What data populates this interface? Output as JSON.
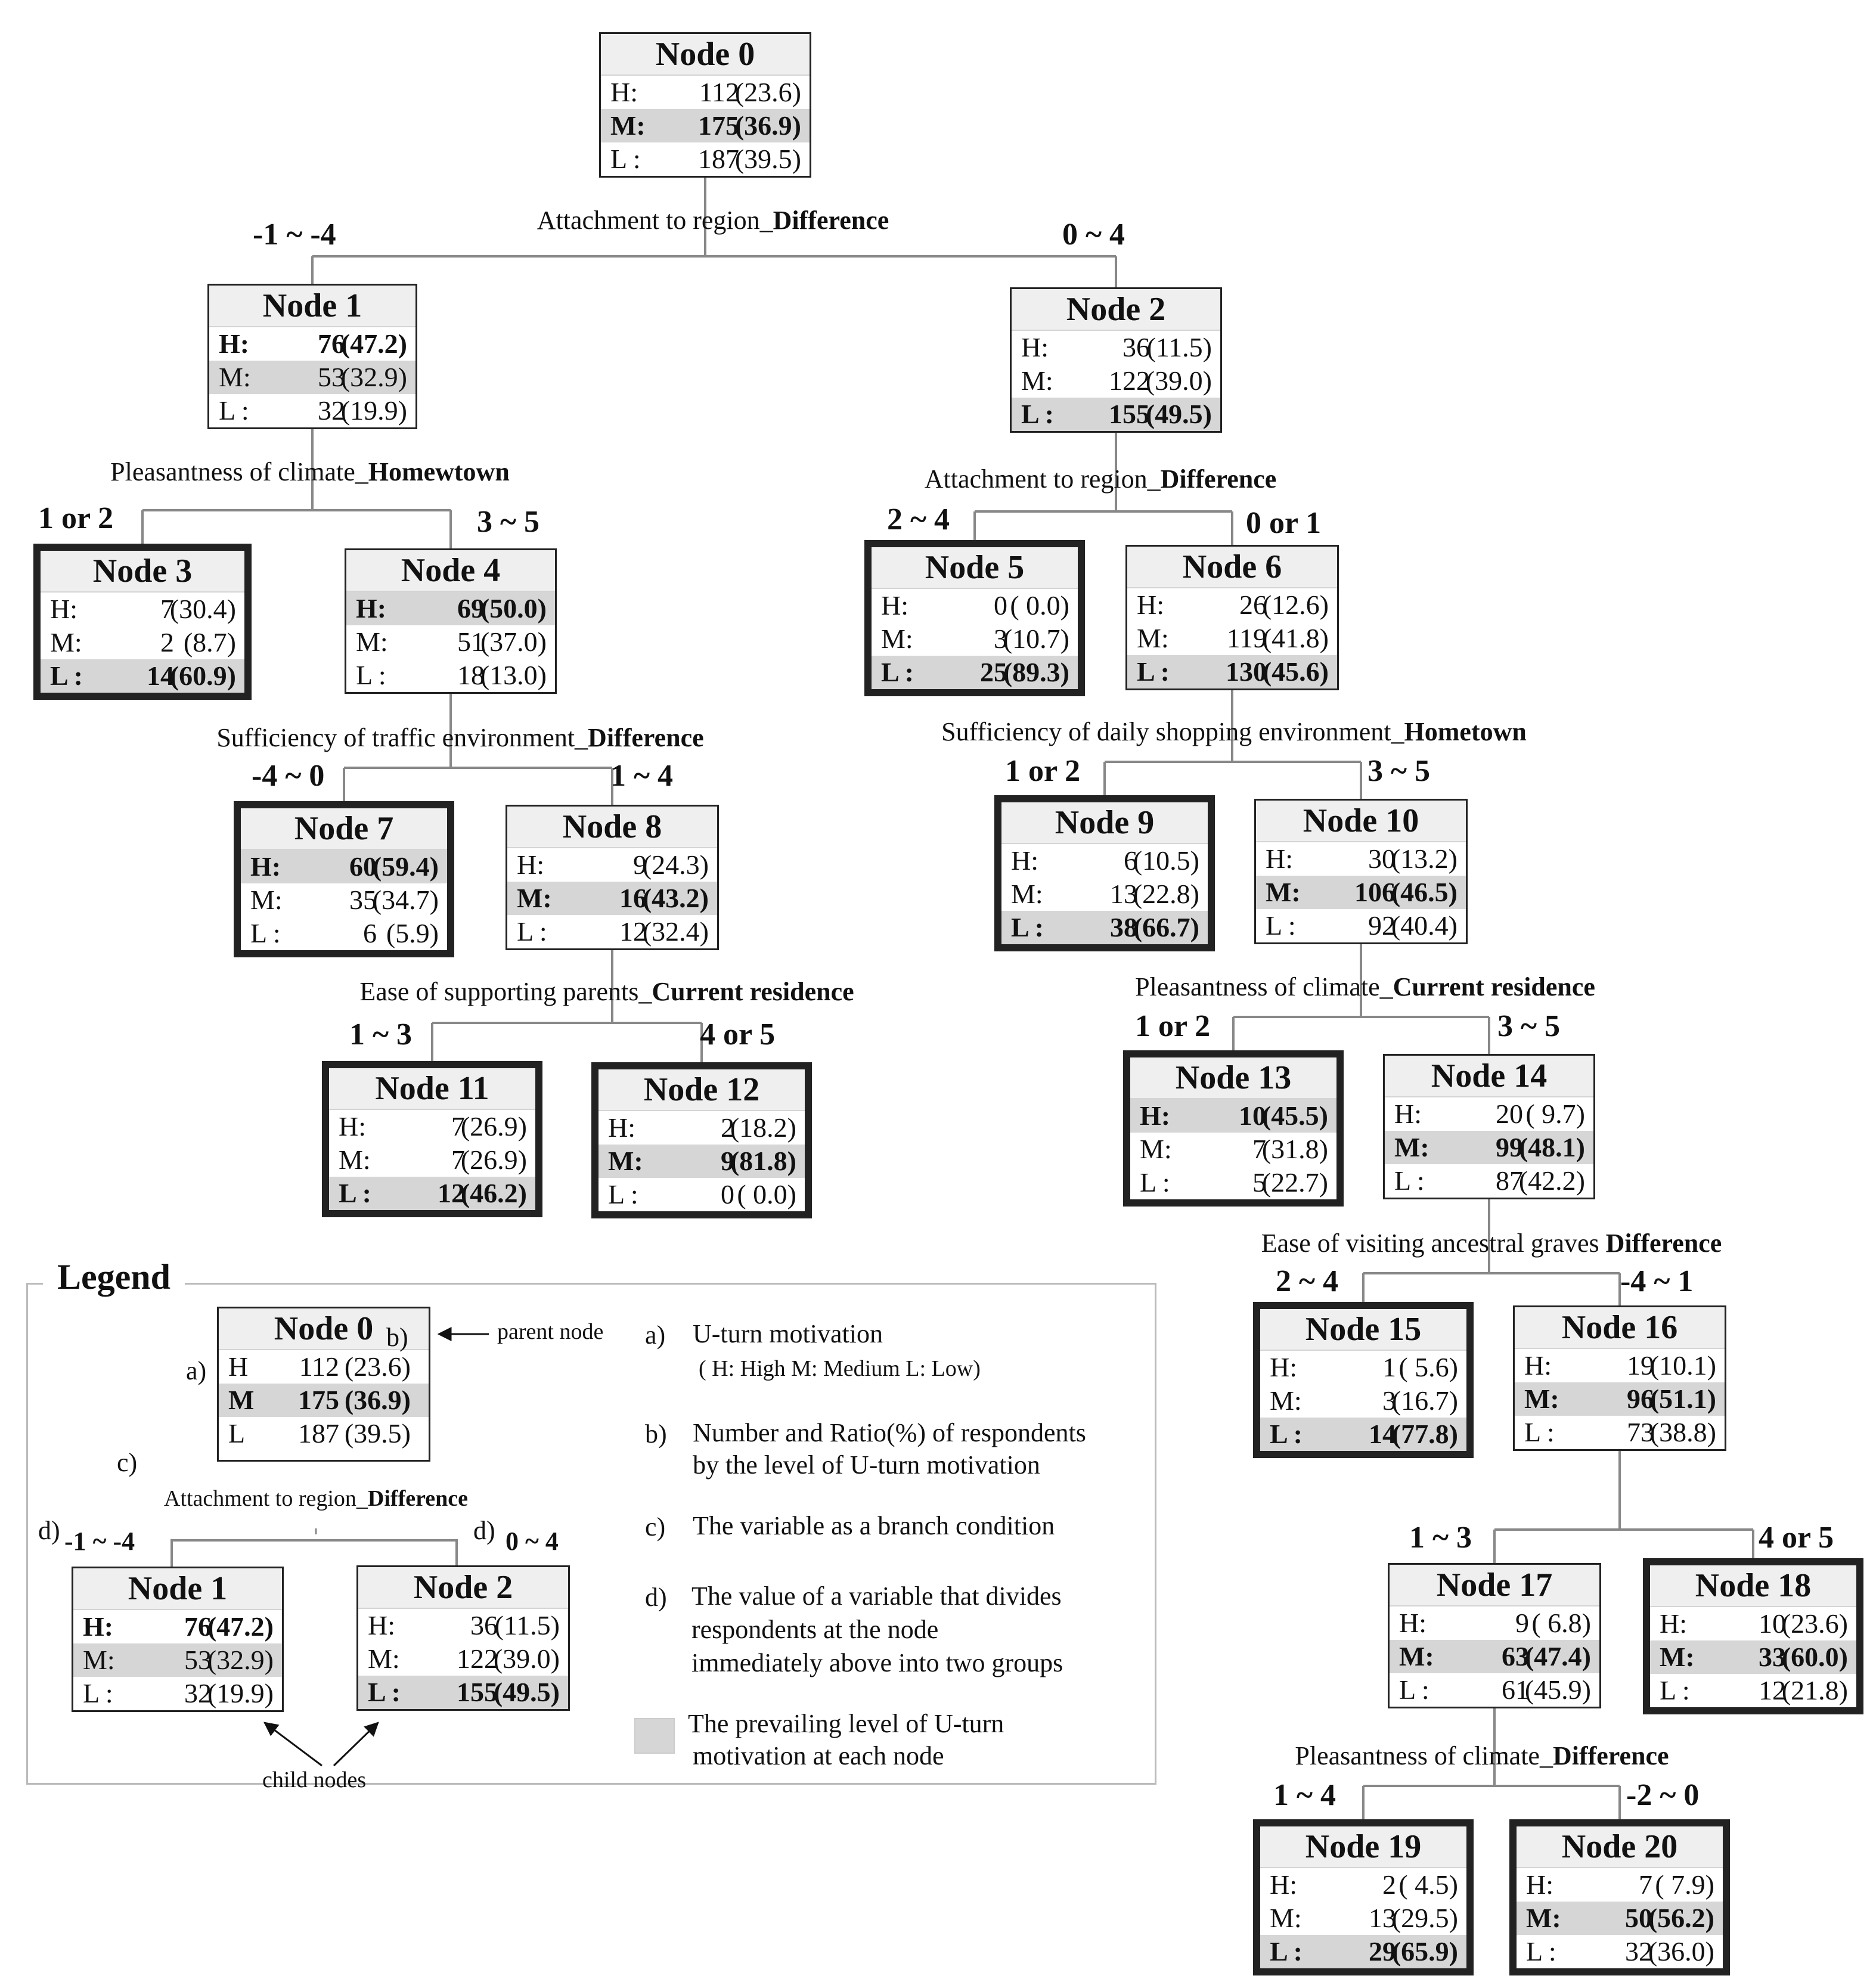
{
  "nodes": [
    {
      "id": "0",
      "title": "Node 0",
      "rows": [
        {
          "lab": "H:",
          "num": "112",
          "pct": "(23.6)",
          "hl": false,
          "bold": false
        },
        {
          "lab": "M:",
          "num": "175",
          "pct": "(36.9)",
          "hl": true,
          "bold": true
        },
        {
          "lab": "L :",
          "num": "187",
          "pct": "(39.5)",
          "hl": false,
          "bold": false
        }
      ]
    },
    {
      "id": "1",
      "title": "Node 1",
      "rows": [
        {
          "lab": "H:",
          "num": "76",
          "pct": "(47.2)",
          "hl": false,
          "bold": true
        },
        {
          "lab": "M:",
          "num": "53",
          "pct": "(32.9)",
          "hl": true,
          "bold": false
        },
        {
          "lab": "L :",
          "num": "32",
          "pct": "(19.9)",
          "hl": false,
          "bold": false
        }
      ]
    },
    {
      "id": "2",
      "title": "Node 2",
      "rows": [
        {
          "lab": "H:",
          "num": "36",
          "pct": "(11.5)",
          "hl": false,
          "bold": false
        },
        {
          "lab": "M:",
          "num": "122",
          "pct": "(39.0)",
          "hl": false,
          "bold": false
        },
        {
          "lab": "L :",
          "num": "155",
          "pct": "(49.5)",
          "hl": true,
          "bold": true
        }
      ]
    },
    {
      "id": "3",
      "title": "Node 3",
      "rows": [
        {
          "lab": "H:",
          "num": "7",
          "pct": "(30.4)",
          "hl": false,
          "bold": false
        },
        {
          "lab": "M:",
          "num": "2",
          "pct": "(8.7)",
          "hl": false,
          "bold": false
        },
        {
          "lab": "L :",
          "num": "14",
          "pct": "(60.9)",
          "hl": true,
          "bold": true
        }
      ]
    },
    {
      "id": "4",
      "title": "Node 4",
      "rows": [
        {
          "lab": "H:",
          "num": "69",
          "pct": "(50.0)",
          "hl": true,
          "bold": true
        },
        {
          "lab": "M:",
          "num": "51",
          "pct": "(37.0)",
          "hl": false,
          "bold": false
        },
        {
          "lab": "L :",
          "num": "18",
          "pct": "(13.0)",
          "hl": false,
          "bold": false
        }
      ]
    },
    {
      "id": "5",
      "title": "Node 5",
      "rows": [
        {
          "lab": "H:",
          "num": "0",
          "pct": "( 0.0)",
          "hl": false,
          "bold": false
        },
        {
          "lab": "M:",
          "num": "3",
          "pct": "(10.7)",
          "hl": false,
          "bold": false
        },
        {
          "lab": "L :",
          "num": "25",
          "pct": "(89.3)",
          "hl": true,
          "bold": true
        }
      ]
    },
    {
      "id": "6",
      "title": "Node 6",
      "rows": [
        {
          "lab": "H:",
          "num": "26",
          "pct": "(12.6)",
          "hl": false,
          "bold": false
        },
        {
          "lab": "M:",
          "num": "119",
          "pct": "(41.8)",
          "hl": false,
          "bold": false
        },
        {
          "lab": "L :",
          "num": "130",
          "pct": "(45.6)",
          "hl": true,
          "bold": true
        }
      ]
    },
    {
      "id": "7",
      "title": "Node 7",
      "rows": [
        {
          "lab": "H:",
          "num": "60",
          "pct": "(59.4)",
          "hl": true,
          "bold": true
        },
        {
          "lab": "M:",
          "num": "35",
          "pct": "(34.7)",
          "hl": false,
          "bold": false
        },
        {
          "lab": "L :",
          "num": "6",
          "pct": "(5.9)",
          "hl": false,
          "bold": false
        }
      ]
    },
    {
      "id": "8",
      "title": "Node 8",
      "rows": [
        {
          "lab": "H:",
          "num": "9",
          "pct": "(24.3)",
          "hl": false,
          "bold": false
        },
        {
          "lab": "M:",
          "num": "16",
          "pct": "(43.2)",
          "hl": true,
          "bold": true
        },
        {
          "lab": "L :",
          "num": "12",
          "pct": "(32.4)",
          "hl": false,
          "bold": false
        }
      ]
    },
    {
      "id": "9",
      "title": "Node 9",
      "rows": [
        {
          "lab": "H:",
          "num": "6",
          "pct": "(10.5)",
          "hl": false,
          "bold": false
        },
        {
          "lab": "M:",
          "num": "13",
          "pct": "(22.8)",
          "hl": false,
          "bold": false
        },
        {
          "lab": "L :",
          "num": "38",
          "pct": "(66.7)",
          "hl": true,
          "bold": true
        }
      ]
    },
    {
      "id": "10",
      "title": "Node 10",
      "rows": [
        {
          "lab": "H:",
          "num": "30",
          "pct": "(13.2)",
          "hl": false,
          "bold": false
        },
        {
          "lab": "M:",
          "num": "106",
          "pct": "(46.5)",
          "hl": true,
          "bold": true
        },
        {
          "lab": "L :",
          "num": "92",
          "pct": "(40.4)",
          "hl": false,
          "bold": false
        }
      ]
    },
    {
      "id": "11",
      "title": "Node 11",
      "rows": [
        {
          "lab": "H:",
          "num": "7",
          "pct": "(26.9)",
          "hl": false,
          "bold": false
        },
        {
          "lab": "M:",
          "num": "7",
          "pct": "(26.9)",
          "hl": false,
          "bold": false
        },
        {
          "lab": "L :",
          "num": "12",
          "pct": "(46.2)",
          "hl": true,
          "bold": true
        }
      ]
    },
    {
      "id": "12",
      "title": "Node 12",
      "rows": [
        {
          "lab": "H:",
          "num": "2",
          "pct": "(18.2)",
          "hl": false,
          "bold": false
        },
        {
          "lab": "M:",
          "num": "9",
          "pct": "(81.8)",
          "hl": true,
          "bold": true
        },
        {
          "lab": "L :",
          "num": "0",
          "pct": "( 0.0)",
          "hl": false,
          "bold": false
        }
      ]
    },
    {
      "id": "13",
      "title": "Node 13",
      "rows": [
        {
          "lab": "H:",
          "num": "10",
          "pct": "(45.5)",
          "hl": true,
          "bold": true
        },
        {
          "lab": "M:",
          "num": "7",
          "pct": "(31.8)",
          "hl": false,
          "bold": false
        },
        {
          "lab": "L :",
          "num": "5",
          "pct": "(22.7)",
          "hl": false,
          "bold": false
        }
      ]
    },
    {
      "id": "14",
      "title": "Node 14",
      "rows": [
        {
          "lab": "H:",
          "num": "20",
          "pct": "( 9.7)",
          "hl": false,
          "bold": false
        },
        {
          "lab": "M:",
          "num": "99",
          "pct": "(48.1)",
          "hl": true,
          "bold": true
        },
        {
          "lab": "L :",
          "num": "87",
          "pct": "(42.2)",
          "hl": false,
          "bold": false
        }
      ]
    },
    {
      "id": "15",
      "title": "Node 15",
      "rows": [
        {
          "lab": "H:",
          "num": "1",
          "pct": "( 5.6)",
          "hl": false,
          "bold": false
        },
        {
          "lab": "M:",
          "num": "3",
          "pct": "(16.7)",
          "hl": false,
          "bold": false
        },
        {
          "lab": "L :",
          "num": "14",
          "pct": "(77.8)",
          "hl": true,
          "bold": true
        }
      ]
    },
    {
      "id": "16",
      "title": "Node 16",
      "rows": [
        {
          "lab": "H:",
          "num": "19",
          "pct": "(10.1)",
          "hl": false,
          "bold": false
        },
        {
          "lab": "M:",
          "num": "96",
          "pct": "(51.1)",
          "hl": true,
          "bold": true
        },
        {
          "lab": "L :",
          "num": "73",
          "pct": "(38.8)",
          "hl": false,
          "bold": false
        }
      ]
    },
    {
      "id": "17",
      "title": "Node 17",
      "rows": [
        {
          "lab": "H:",
          "num": "9",
          "pct": "( 6.8)",
          "hl": false,
          "bold": false
        },
        {
          "lab": "M:",
          "num": "63",
          "pct": "(47.4)",
          "hl": true,
          "bold": true
        },
        {
          "lab": "L :",
          "num": "61",
          "pct": "(45.9)",
          "hl": false,
          "bold": false
        }
      ]
    },
    {
      "id": "18",
      "title": "Node 18",
      "rows": [
        {
          "lab": "H:",
          "num": "10",
          "pct": "(23.6)",
          "hl": false,
          "bold": false
        },
        {
          "lab": "M:",
          "num": "33",
          "pct": "(60.0)",
          "hl": true,
          "bold": true
        },
        {
          "lab": "L :",
          "num": "12",
          "pct": "(21.8)",
          "hl": false,
          "bold": false
        }
      ]
    },
    {
      "id": "19",
      "title": "Node 19",
      "rows": [
        {
          "lab": "H:",
          "num": "2",
          "pct": "( 4.5)",
          "hl": false,
          "bold": false
        },
        {
          "lab": "M:",
          "num": "13",
          "pct": "(29.5)",
          "hl": false,
          "bold": false
        },
        {
          "lab": "L :",
          "num": "29",
          "pct": "(65.9)",
          "hl": true,
          "bold": true
        }
      ]
    },
    {
      "id": "20",
      "title": "Node 20",
      "rows": [
        {
          "lab": "H:",
          "num": "7",
          "pct": "( 7.9)",
          "hl": false,
          "bold": false
        },
        {
          "lab": "M:",
          "num": "50",
          "pct": "(56.2)",
          "hl": true,
          "bold": true
        },
        {
          "lab": "L :",
          "num": "32",
          "pct": "(36.0)",
          "hl": false,
          "bold": false
        }
      ]
    }
  ],
  "conditions": {
    "c0": {
      "pre": "Attachment to region_",
      "bold": "Difference"
    },
    "c1": {
      "pre": "Pleasantness of climate_",
      "bold": "Homewtown"
    },
    "c2": {
      "pre": "Attachment to region_",
      "bold": "Difference"
    },
    "c4": {
      "pre": "Sufficiency of traffic environment_",
      "bold": "Difference"
    },
    "c6": {
      "pre": "Sufficiency  of  daily  shopping  environment_",
      "bold": "Hometown"
    },
    "c8": {
      "pre": "Ease of supporting parents_",
      "bold": "Current residence"
    },
    "c10": {
      "pre": "Pleasantness of climate_",
      "bold": "Current residence"
    },
    "c14": {
      "pre": "Ease of visiting ancestral graves  ",
      "bold": "Difference"
    },
    "c17": {
      "pre": "Pleasantness of climate_",
      "bold": "Difference"
    }
  },
  "branches": {
    "n1": "-1 ~ -4",
    "n2": "0 ~ 4",
    "n3": "1 or 2",
    "n4": "3 ~ 5",
    "n5": "2 ~ 4",
    "n6": "0 or 1",
    "n7": "-4 ~ 0",
    "n8": "1 ~ 4",
    "n9": "1 or 2",
    "n10": "3 ~ 5",
    "n11": "1 ~ 3",
    "n12": "4 or 5",
    "n13": "1 or 2",
    "n14": "3 ~ 5",
    "n15": "2 ~ 4",
    "n16": "-4 ~ 1",
    "n17": "1 ~ 3",
    "n18": "4 or 5",
    "n19": "1 ~ 4",
    "n20": "-2 ~ 0"
  },
  "legend": {
    "title": "Legend",
    "example_parent": {
      "title": "Node 0",
      "h_lab": "H",
      "m_lab": "M",
      "l_lab": "L",
      "h": "112",
      "hp": "(23.6)",
      "m": "175",
      "mp": "(36.9)",
      "l": "187",
      "lp": "(39.5)"
    },
    "parent_note": "parent node",
    "child_note": "child nodes",
    "condition": {
      "pre": "Attachment to region_",
      "bold": "Difference"
    },
    "branch_left": "-1 ~ -4",
    "branch_right": "0 ~ 4",
    "child1": {
      "title": "Node 1",
      "rows": [
        {
          "lab": "H:",
          "num": "76",
          "pct": "(47.2)",
          "hl": false,
          "bold": true
        },
        {
          "lab": "M:",
          "num": "53",
          "pct": "(32.9)",
          "hl": true,
          "bold": false
        },
        {
          "lab": "L :",
          "num": "32",
          "pct": "(19.9)",
          "hl": false,
          "bold": false
        }
      ]
    },
    "child2": {
      "title": "Node 2",
      "rows": [
        {
          "lab": "H:",
          "num": "36",
          "pct": "(11.5)",
          "hl": false,
          "bold": false
        },
        {
          "lab": "M:",
          "num": "122",
          "pct": "(39.0)",
          "hl": false,
          "bold": false
        },
        {
          "lab": "L :",
          "num": "155",
          "pct": "(49.5)",
          "hl": true,
          "bold": true
        }
      ]
    },
    "letters": {
      "a": "a)",
      "b": "b)",
      "c": "c)",
      "d": "d)"
    },
    "items": {
      "a1": "U-turn motivation",
      "a2": "( H: High  M: Medium  L: Low)",
      "b1": "Number and Ratio(%) of respondents",
      "b2": "by the level  of U-turn motivation",
      "c1": "The variable as a branch condition",
      "d1": "The value of a variable that divides",
      "d2": "respondents at the node",
      "d3": "immediately above into two groups",
      "s1": "The prevailing level of U-turn",
      "s2": "motivation at each node"
    }
  }
}
